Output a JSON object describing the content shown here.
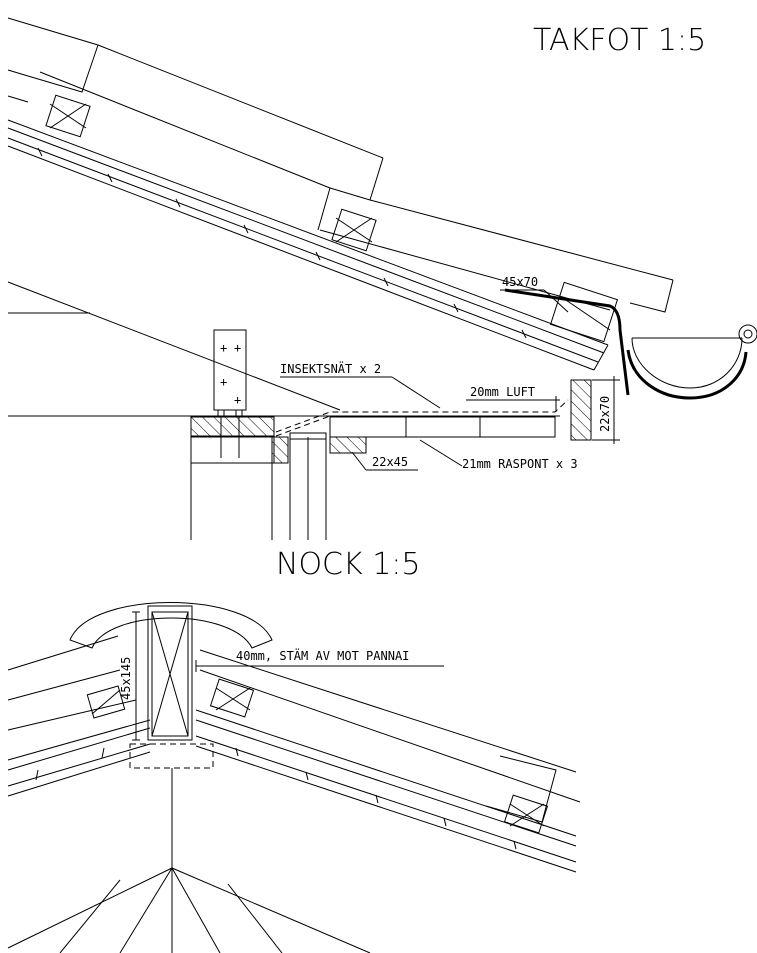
{
  "takfot": {
    "title": "TAKFOT 1:5",
    "labels": {
      "batten": "45x70",
      "insect": "INSEKTSNÄT x 2",
      "air": "20mm LUFT",
      "fascia": "22x70",
      "board": "22x45",
      "raspont": "21mm RASPONT x 3"
    }
  },
  "nock": {
    "title": "NOCK 1:5",
    "labels": {
      "ridge_beam": "45x145",
      "cut_note": "40mm, STÄM AV MOT PANNAI"
    }
  }
}
